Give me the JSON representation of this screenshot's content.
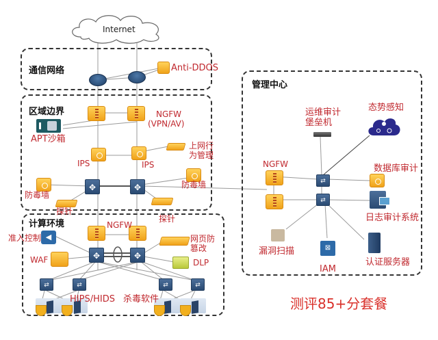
{
  "title": "等保测评网络安全架构图",
  "internet": {
    "label": "Internet"
  },
  "zones": {
    "comm": {
      "title": "通信网络"
    },
    "boundary": {
      "title": "区域边界"
    },
    "compute": {
      "title": "计算环境"
    },
    "mgmt": {
      "title": "管理中心"
    }
  },
  "comm_nodes": {
    "anti_ddos": "Anti-DDOS"
  },
  "boundary_nodes": {
    "ngfw_line1": "NGFW",
    "ngfw_line2": "(VPN/AV)",
    "apt": "APT沙箱",
    "ips_left": "IPS",
    "ips_right": "IPS",
    "behavior_line1": "上网行",
    "behavior_line2": "为管理",
    "av_left": "防毒墙",
    "av_right": "防毒墙",
    "probe_left": "探针",
    "probe_right": "探针"
  },
  "compute_nodes": {
    "ngfw": "NGFW",
    "nac": "准入控制",
    "waf": "WAF",
    "web_tamper_line1": "网页防",
    "web_tamper_line2": "篡改",
    "dlp": "DLP",
    "hips": "HIPS/HIDS",
    "antivirus": "杀毒软件"
  },
  "mgmt_nodes": {
    "ngfw": "NGFW",
    "bastion_line1": "运维审计",
    "bastion_line2": "堡垒机",
    "situation": "态势感知",
    "db_audit": "数据库审计",
    "log_audit": "日志审计系统",
    "vuln_scan": "漏洞扫描",
    "iam": "IAM",
    "auth_server": "认证服务器"
  },
  "promo": "测评85+分套餐",
  "colors": {
    "label_red": "#c0282e",
    "device_orange": "#f0a21a",
    "switch_blue": "#2a4a72",
    "cloud_purple": "#2b2a8c",
    "promo_red": "#d9302a"
  }
}
